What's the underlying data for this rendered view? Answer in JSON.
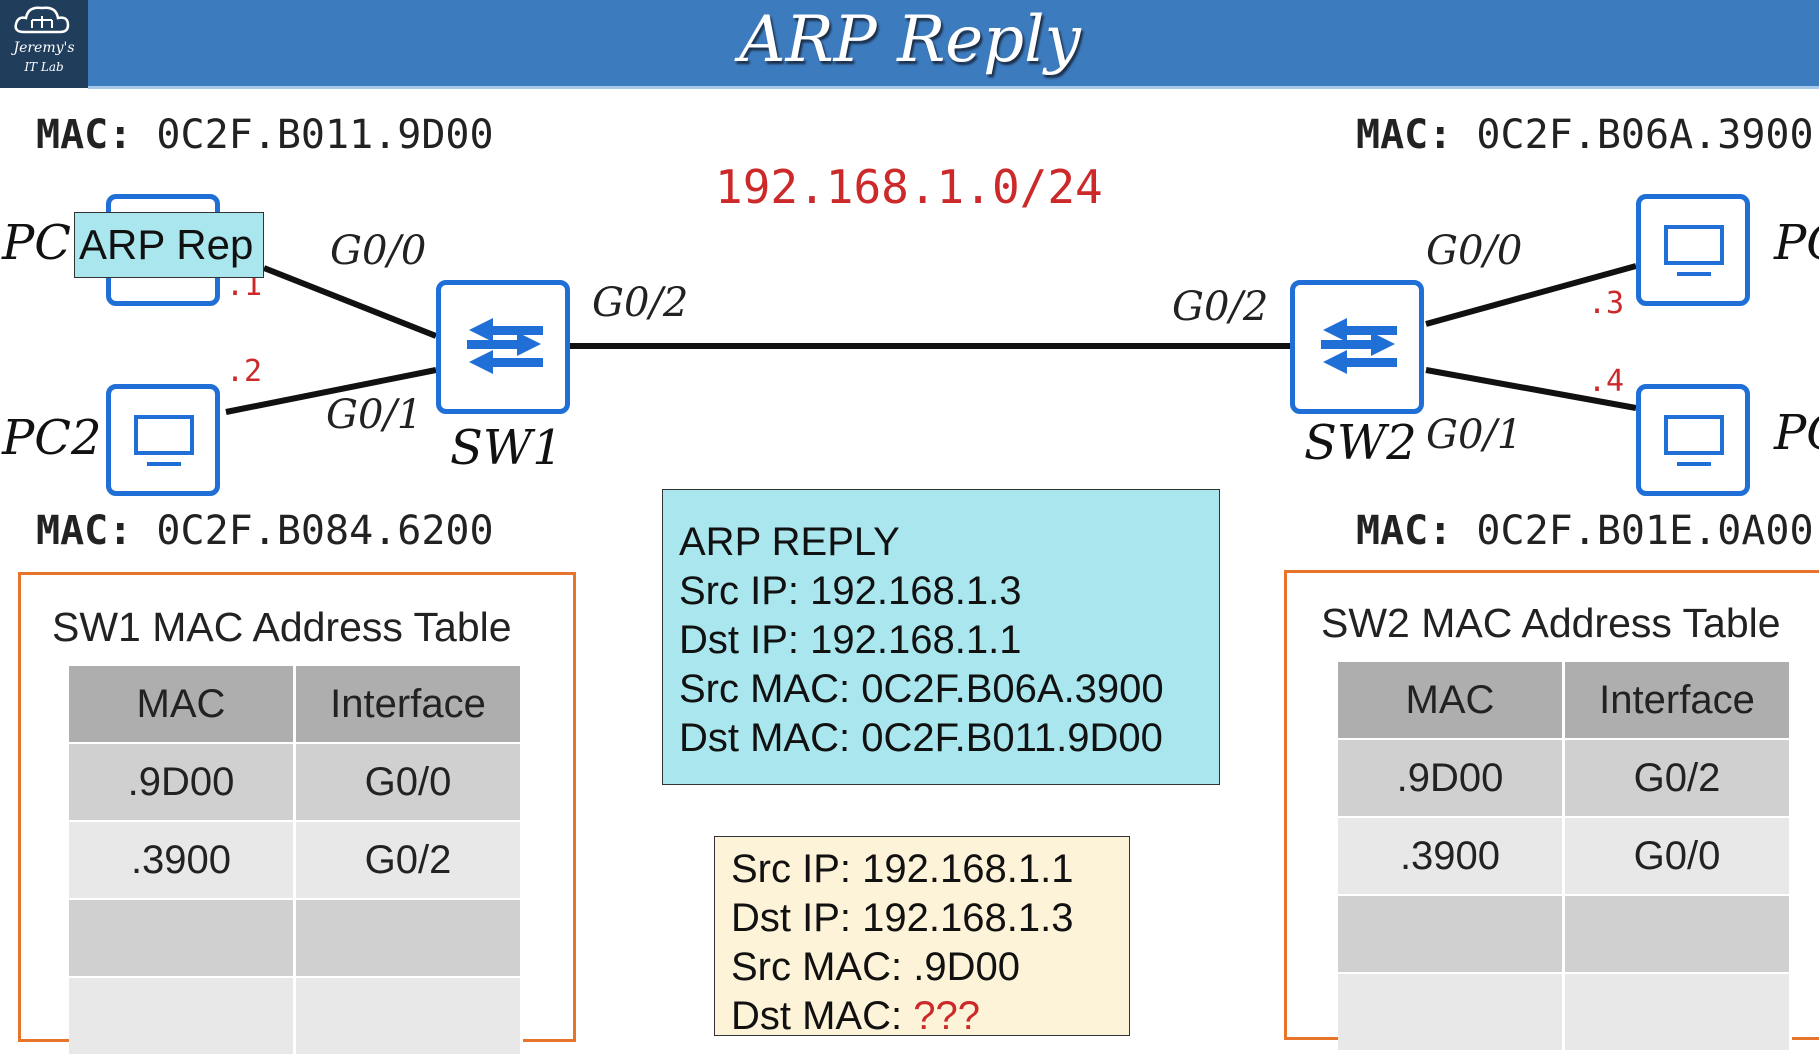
{
  "header": {
    "title": "ARP Reply",
    "logo_line1": "Jeremy's",
    "logo_line2": "IT Lab"
  },
  "network": "192.168.1.0/24",
  "mac_labels": {
    "prefix": "MAC:",
    "pc1": "0C2F.B011.9D00",
    "pc2": "0C2F.B084.6200",
    "pc3": "0C2F.B06A.3900",
    "pc4": "0C2F.B01E.0A00"
  },
  "devices": {
    "pc1": "PC",
    "pc2": "PC2",
    "pc3": "PC",
    "pc4": "PC",
    "sw1": "SW1",
    "sw2": "SW2"
  },
  "interfaces": {
    "sw1_g00": "G0/0",
    "sw1_g01": "G0/1",
    "sw1_g02": "G0/2",
    "sw2_g00": "G0/0",
    "sw2_g01": "G0/1",
    "sw2_g02": "G0/2"
  },
  "host_ids": {
    "pc1": ".1",
    "pc2": ".2",
    "pc3": ".3",
    "pc4": ".4"
  },
  "frame_tag": "ARP Rep",
  "arp_reply": {
    "title": "ARP REPLY",
    "src_ip": "Src IP: 192.168.1.3",
    "dst_ip": "Dst IP: 192.168.1.1",
    "src_mac": "Src MAC: 0C2F.B06A.3900",
    "dst_mac": "Dst MAC: 0C2F.B011.9D00"
  },
  "packet": {
    "src_ip": "Src IP: 192.168.1.1",
    "dst_ip": "Dst IP: 192.168.1.3",
    "src_mac": "Src MAC: .9D00",
    "dst_mac_label": "Dst MAC: ",
    "dst_mac_value": "???"
  },
  "sw1_table": {
    "title": "SW1 MAC Address Table",
    "headers": [
      "MAC",
      "Interface"
    ],
    "rows": [
      [
        ".9D00",
        "G0/0"
      ],
      [
        ".3900",
        "G0/2"
      ],
      [
        "",
        ""
      ],
      [
        "",
        ""
      ]
    ]
  },
  "sw2_table": {
    "title": "SW2 MAC Address Table",
    "headers": [
      "MAC",
      "Interface"
    ],
    "rows": [
      [
        ".9D00",
        "G0/2"
      ],
      [
        ".3900",
        "G0/0"
      ],
      [
        "",
        ""
      ],
      [
        "",
        ""
      ]
    ]
  },
  "colors": {
    "header": "#3d7bbf",
    "device_blue": "#1f6fd6",
    "accent_red": "#cc2a2a",
    "panel_orange": "#e8732a",
    "reply_box": "#a9e6ee",
    "packet_box": "#fdf3d8"
  }
}
